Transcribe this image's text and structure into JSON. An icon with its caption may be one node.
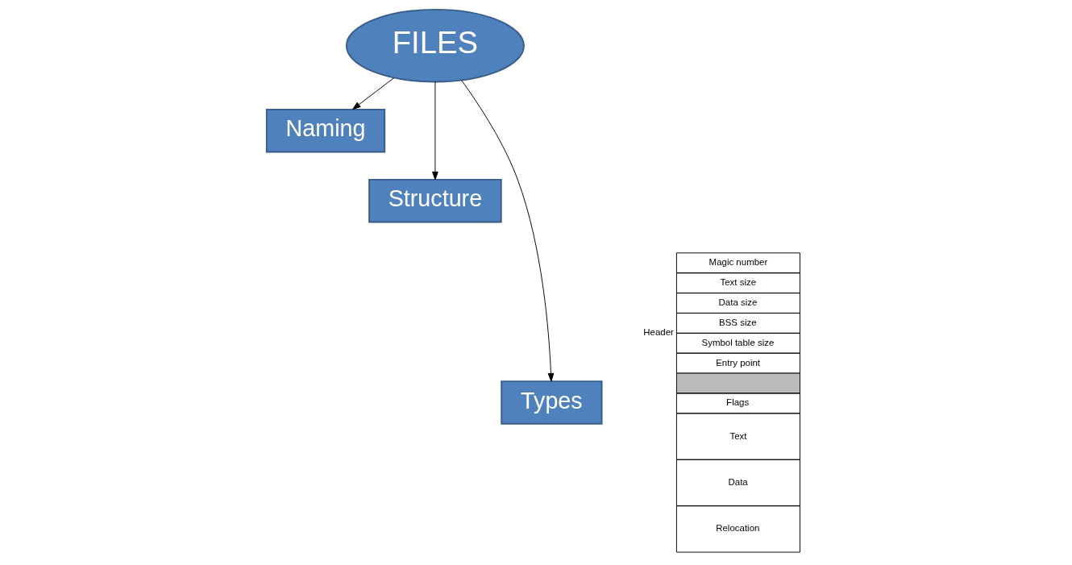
{
  "diagram": {
    "nodes": [
      {
        "text": [
          "FILES"
        ]
      },
      {
        "text": [
          "Naming"
        ]
      },
      {
        "text": [
          "Structure"
        ]
      },
      {
        "text": [
          "Types"
        ]
      }
    ],
    "edges": [
      {
        "from": 0,
        "to": 1,
        "arrow": "to"
      },
      {
        "from": 0,
        "to": 2,
        "arrow": "to"
      },
      {
        "from": 0,
        "to": 3,
        "arrow": "to"
      }
    ],
    "labels": [
      "Header",
      "Magic number",
      "Text size",
      "Data size",
      "BSS size",
      "Symbol table size",
      "Entry point",
      "Flags",
      "Text",
      "Data",
      "Relocation"
    ]
  }
}
